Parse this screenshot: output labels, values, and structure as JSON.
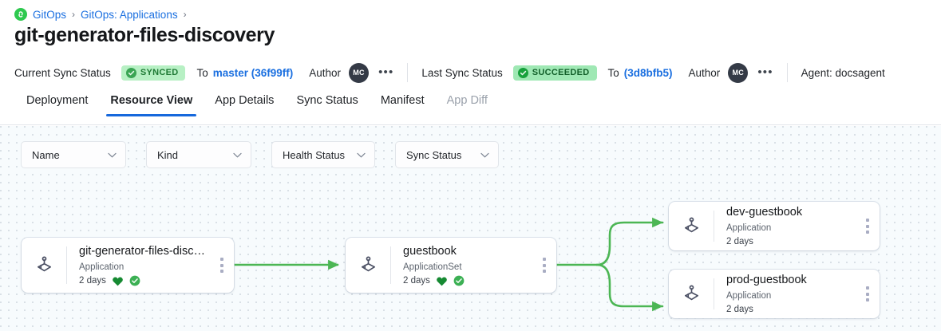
{
  "breadcrumb": {
    "logo_icon": "gitops-logo-icon",
    "items": [
      "GitOps",
      "GitOps: Applications"
    ],
    "separator": "›",
    "trailing_separator": "›"
  },
  "page_title": "git-generator-files-discovery",
  "status_bar": {
    "current_sync": {
      "label": "Current Sync Status",
      "badge": "SYNCED",
      "badge_bg": "#b7f0c4",
      "badge_fg": "#1f7a35",
      "to_label": "To",
      "revision": "master (36f99ff)",
      "author_label": "Author",
      "avatar_initials": "MC",
      "more": "•••"
    },
    "last_sync": {
      "label": "Last Sync Status",
      "badge": "SUCCEEDED",
      "badge_bg": "#9fe8b4",
      "badge_fg": "#13602a",
      "to_label": "To",
      "revision": "(3d8bfb5)",
      "author_label": "Author",
      "avatar_initials": "MC",
      "more": "•••"
    },
    "agent": "Agent:  docsagent"
  },
  "tabs": [
    {
      "label": "Deployment",
      "active": false,
      "disabled": false
    },
    {
      "label": "Resource View",
      "active": true,
      "disabled": false
    },
    {
      "label": "App Details",
      "active": false,
      "disabled": false
    },
    {
      "label": "Sync Status",
      "active": false,
      "disabled": false
    },
    {
      "label": "Manifest",
      "active": false,
      "disabled": false
    },
    {
      "label": "App Diff",
      "active": false,
      "disabled": true
    }
  ],
  "filters": [
    {
      "label": "Name",
      "icon": "chevron-down-icon"
    },
    {
      "label": "Kind",
      "icon": "chevron-down-icon"
    },
    {
      "label": "Health Status",
      "icon": "chevron-down-icon"
    },
    {
      "label": "Sync Status",
      "icon": "chevron-down-icon"
    }
  ],
  "graph": {
    "accent_edge_color": "#4cb654",
    "nodes": [
      {
        "id": "root",
        "title": "git-generator-files-disco…",
        "kind": "Application",
        "age": "2 days",
        "health": "healthy",
        "sync": "synced",
        "icon": "argo-application-icon",
        "kebab": "kebab-menu-icon"
      },
      {
        "id": "appset",
        "title": "guestbook",
        "kind": "ApplicationSet",
        "age": "2 days",
        "health": "healthy",
        "sync": "synced",
        "icon": "argo-application-icon",
        "kebab": "kebab-menu-icon"
      },
      {
        "id": "dev",
        "title": "dev-guestbook",
        "kind": "Application",
        "age": "2 days",
        "health": null,
        "sync": null,
        "icon": "argo-application-icon",
        "kebab": "kebab-menu-icon"
      },
      {
        "id": "prod",
        "title": "prod-guestbook",
        "kind": "Application",
        "age": "2 days",
        "health": null,
        "sync": null,
        "icon": "argo-application-icon",
        "kebab": "kebab-menu-icon"
      }
    ]
  }
}
